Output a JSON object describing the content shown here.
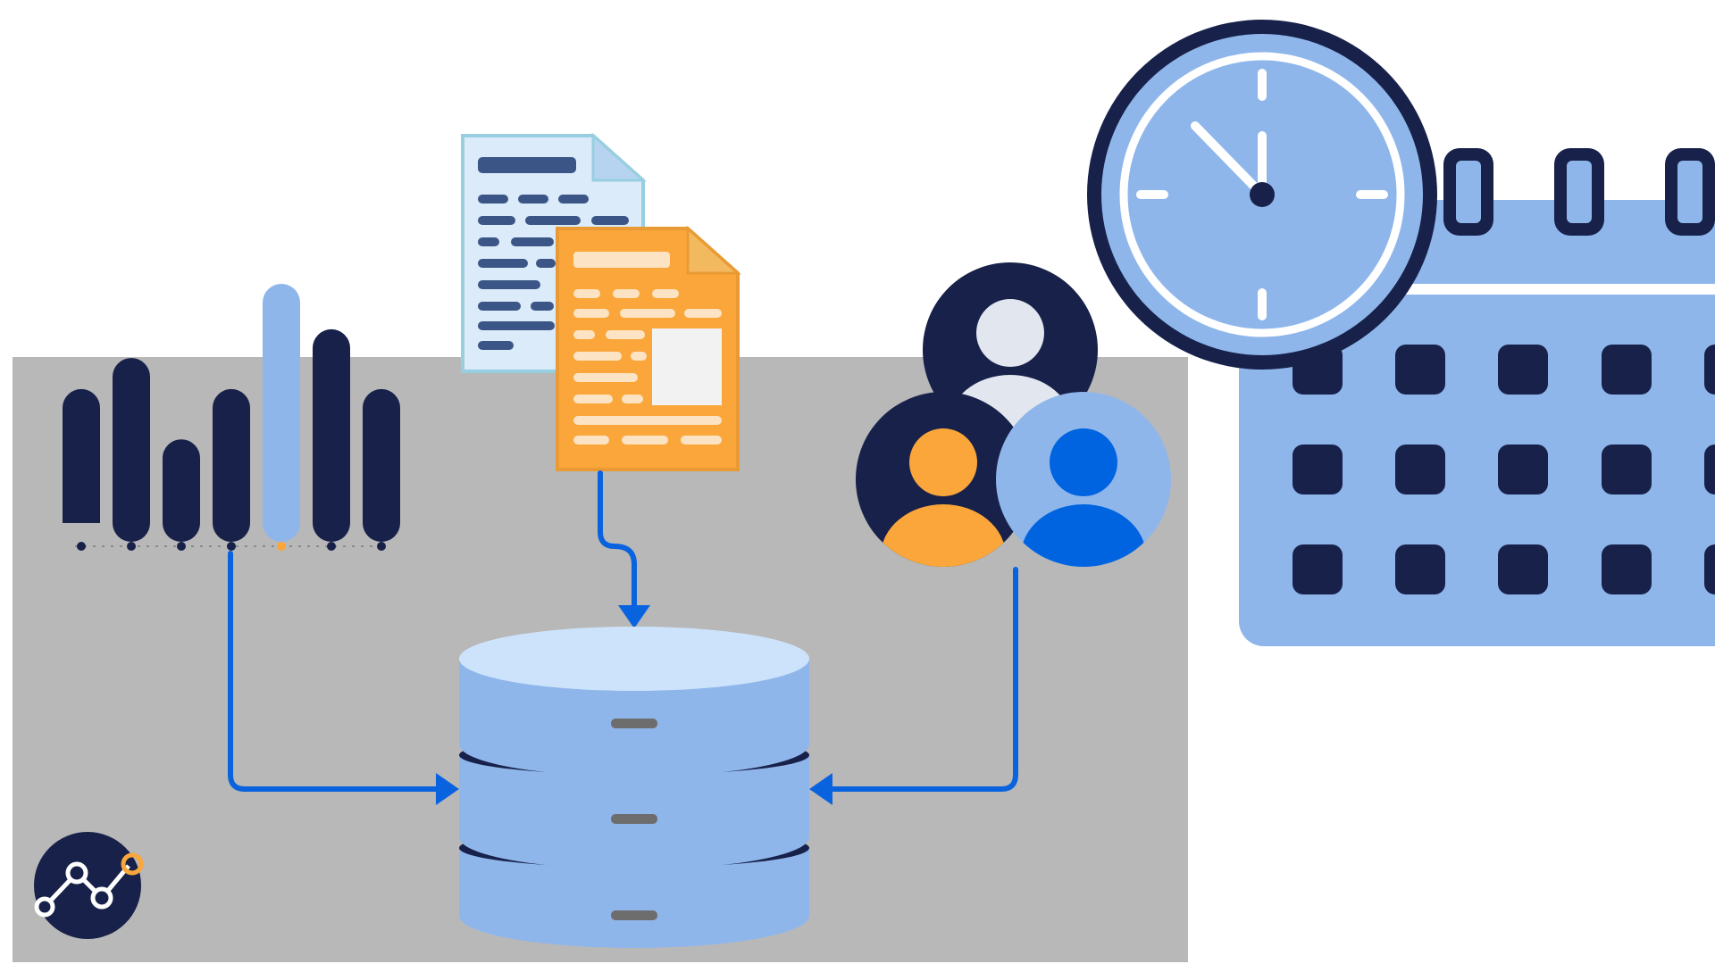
{
  "colors": {
    "background": "#ffffff",
    "panel": "#b8b8b8",
    "navy": "#172149",
    "light_blue": "#8fb6eb",
    "pale_blue": "#cde3fb",
    "bright_blue": "#0064e1",
    "orange": "#fba63a",
    "doc_blue": "#dcebf9",
    "doc_line": "#3b5686",
    "slot_gray": "#6d6d6d",
    "white": "#ffffff"
  },
  "icons": {
    "bar_chart": "bar-chart-icon",
    "document_back": "document-icon",
    "document_front": "document-icon",
    "users": "user-group-icon",
    "clock": "clock-icon",
    "calendar": "calendar-icon",
    "database": "database-icon",
    "logo": "line-chart-logo-icon"
  },
  "bar_chart": {
    "levels": [
      0.56,
      0.69,
      0.35,
      0.56,
      1.0,
      0.81,
      0.56
    ],
    "highlight_index": 4
  }
}
